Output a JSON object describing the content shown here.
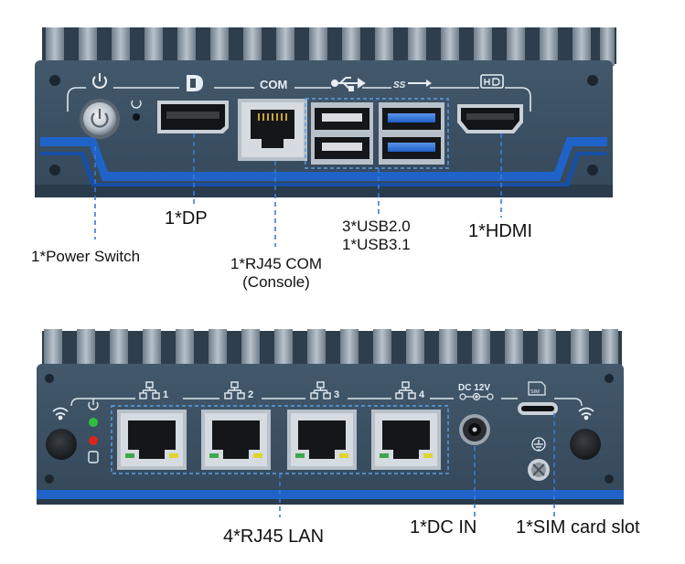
{
  "top_panel": {
    "labels": {
      "com": "COM",
      "usb_superspeed": "SS"
    }
  },
  "bottom_panel": {
    "lan_port_numbers": [
      "1",
      "2",
      "3",
      "4"
    ],
    "dc_label_line1": "DC 12V",
    "sim_label": "SIM"
  },
  "callouts": {
    "dp": "1*DP",
    "power_switch": "1*Power Switch",
    "rj45_com_line1": "1*RJ45 COM",
    "rj45_com_line2": "(Console)",
    "usb_line1": "3*USB2.0",
    "usb_line2": "1*USB3.1",
    "hdmi": "1*HDMI",
    "lan": "4*RJ45 LAN",
    "dc_in": "1*DC IN",
    "sim": "1*SIM card slot"
  },
  "colors": {
    "chassis": "#3b5063",
    "chassis_dark": "#2a3b4b",
    "fin": "#8c9aa7",
    "accent_blue": "#1f63c9",
    "callout_line": "#3a7bd5",
    "usb3_blue": "#2f6fd8",
    "led_green": "#2fbf3f",
    "led_red": "#d8261f"
  }
}
